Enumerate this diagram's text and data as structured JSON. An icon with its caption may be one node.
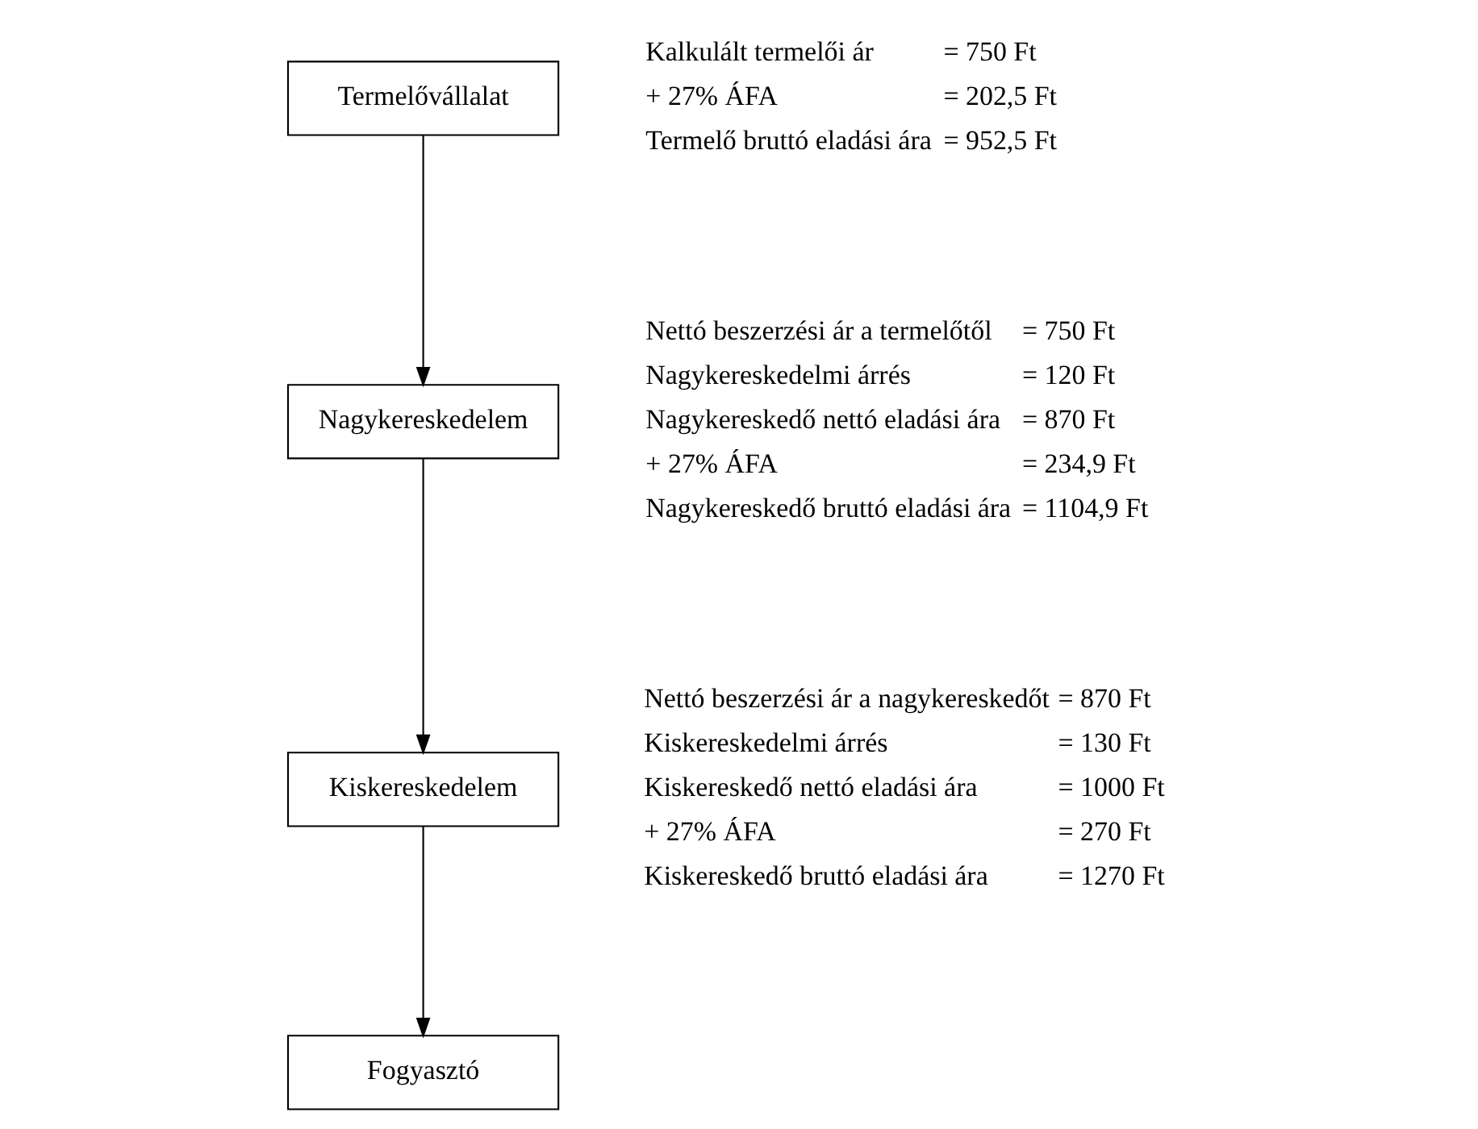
{
  "diagram": {
    "nodes": [
      {
        "text": [
          "Termelővállalat"
        ]
      },
      {
        "text": [
          "Nagykereskedelem"
        ]
      },
      {
        "text": [
          "Kiskereskedelem"
        ]
      },
      {
        "text": [
          "Fogyasztó"
        ]
      }
    ],
    "edges": [
      {
        "from": 0,
        "to": 1,
        "arrow": "to"
      },
      {
        "from": 1,
        "to": 2,
        "arrow": "to"
      },
      {
        "from": 2,
        "to": 3,
        "arrow": "to"
      }
    ],
    "labels": [
      "Kalkulált termelői ár",
      "= 750 Ft",
      "+ 27% ÁFA",
      "= 202,5 Ft",
      "Termelő bruttó eladási ára",
      "= 952,5 Ft",
      "Nettó beszerzési ár a termelőtől",
      "= 750 Ft",
      "Nagykereskedelmi árrés",
      "= 120 Ft",
      "Nagykereskedő nettó eladási ára",
      "= 870 Ft",
      "+ 27% ÁFA",
      "= 234,9 Ft",
      "Nagykereskedő bruttó eladási ára",
      "= 1104,9 Ft",
      "Nettó beszerzési ár a nagykereskedőt",
      "= 870 Ft",
      "Kiskereskedelmi árrés",
      "= 130 Ft",
      "Kiskereskedő nettó eladási ára",
      "= 1000 Ft",
      "+ 27% ÁFA",
      "= 270 Ft",
      "Kiskereskedő bruttó eladási ára",
      "= 1270 Ft"
    ]
  }
}
